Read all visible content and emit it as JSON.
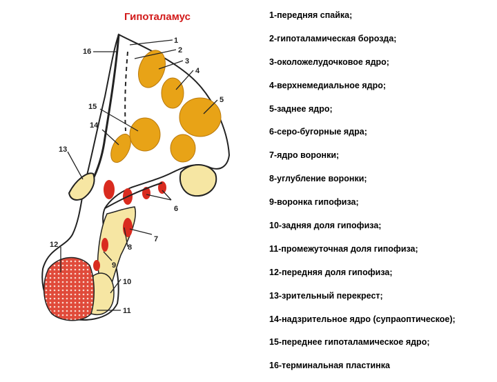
{
  "title": "Гипоталамус",
  "legend": [
    "1-передняя спайка;",
    "2-гипоталамическая борозда;",
    "3-околожелудочковое ядро;",
    "4-верхнемедиальное ядро;",
    "5-заднее ядро;",
    "6-серо-бугорные ядра;",
    "7-ядро воронки;",
    "8-углубление воронки;",
    "9-воронка гипофиза;",
    "10-задняя доля гипофиза;",
    "11-промежуточная доля гипофиза;",
    "12-передняя доля гипофиза;",
    "13-зрительный перекрест;",
    "14-надзрительное ядро (супраоптическое);",
    "15-переднее гипоталамическое ядро;",
    "16-терминальная пластинка"
  ],
  "diagram_numbers": [
    "1",
    "2",
    "3",
    "4",
    "5",
    "6",
    "7",
    "8",
    "9",
    "10",
    "11",
    "12",
    "13",
    "14",
    "15",
    "16"
  ],
  "colors": {
    "nucleus_orange": "#e8a317",
    "nucleus_red": "#d92b1f",
    "pale_yellow": "#f6e6a3",
    "outline": "#222222"
  }
}
